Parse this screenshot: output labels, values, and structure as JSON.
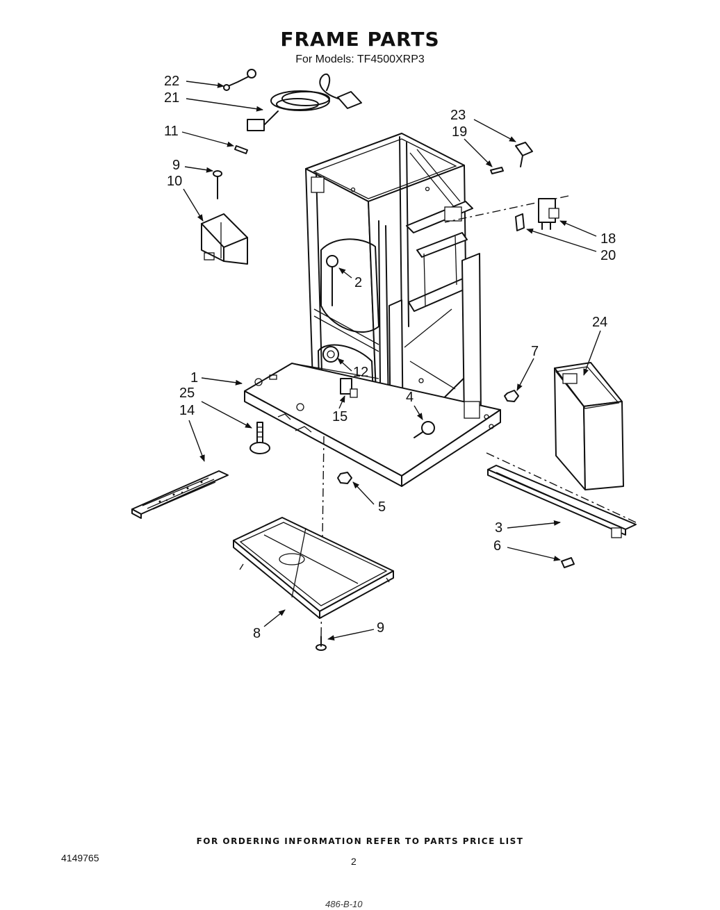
{
  "header": {
    "title": "FRAME PARTS",
    "models": "For Models: TF4500XRP3"
  },
  "callouts": {
    "p1": "1",
    "p2": "2",
    "p3": "3",
    "p4": "4",
    "p5": "5",
    "p6": "6",
    "p7": "7",
    "p8": "8",
    "p9a": "9",
    "p9b": "9",
    "p10": "10",
    "p11": "11",
    "p12": "12",
    "p14": "14",
    "p15": "15",
    "p18": "18",
    "p19": "19",
    "p20": "20",
    "p21": "21",
    "p22": "22",
    "p23": "23",
    "p24": "24",
    "p25": "25"
  },
  "footer": {
    "ordering_note": "FOR ORDERING INFORMATION REFER TO PARTS PRICE LIST",
    "document_number": "4149765",
    "page_number": "2",
    "handwritten_code": "486-B-10"
  }
}
